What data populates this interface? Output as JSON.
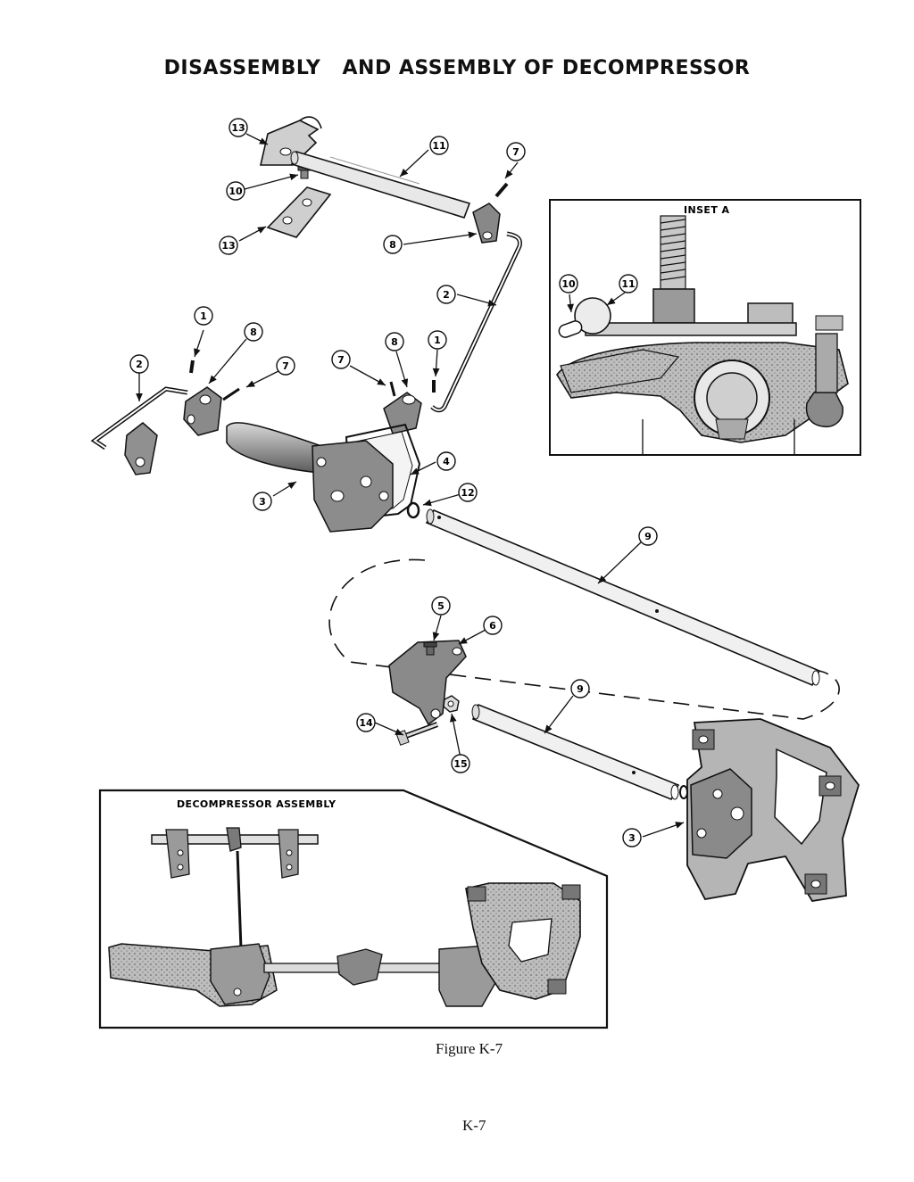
{
  "title": {
    "part1": "DISASSEMBLY",
    "part2": "AND ASSEMBLY OF DECOMPRESSOR"
  },
  "inset_a": {
    "label": "INSET A",
    "callouts": [
      "10",
      "11"
    ]
  },
  "assembly_inset": {
    "label": "DECOMPRESSOR ASSEMBLY"
  },
  "callouts": {
    "c13a": "13",
    "c13b": "13",
    "c10": "10",
    "c11": "11",
    "c7a": "7",
    "c8a": "8",
    "c2a": "2",
    "c2b": "2",
    "c1a": "1",
    "c8b": "8",
    "c7b": "7",
    "c7c": "7",
    "c8c": "8",
    "c1b": "1",
    "c3a": "3",
    "c4": "4",
    "c12": "12",
    "c9a": "9",
    "c5": "5",
    "c6": "6",
    "c9b": "9",
    "c14": "14",
    "c15": "15",
    "c3b": "3"
  },
  "caption": "Figure K-7",
  "page_number": "K-7"
}
